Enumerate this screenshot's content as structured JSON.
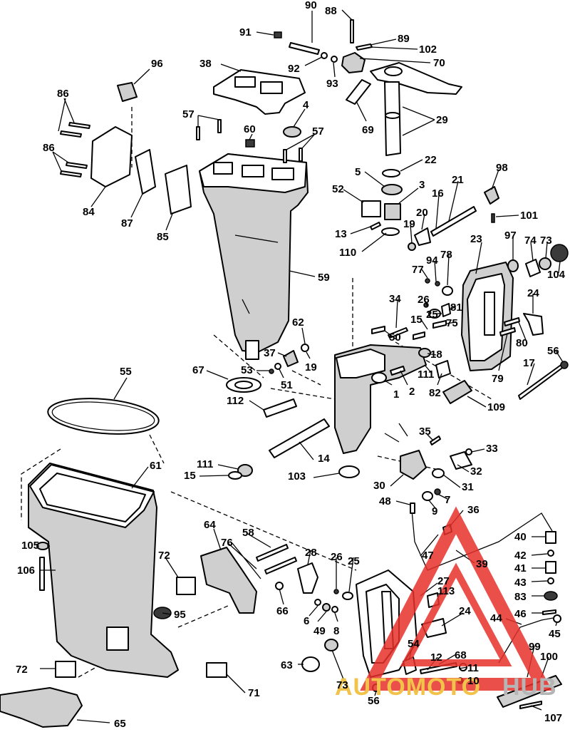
{
  "callouts": [
    {
      "id": "90",
      "label": "90"
    },
    {
      "id": "88",
      "label": "88"
    },
    {
      "id": "91",
      "label": "91"
    },
    {
      "id": "89",
      "label": "89"
    },
    {
      "id": "102",
      "label": "102"
    },
    {
      "id": "70",
      "label": "70"
    },
    {
      "id": "92",
      "label": "92"
    },
    {
      "id": "93",
      "label": "93"
    },
    {
      "id": "38",
      "label": "38"
    },
    {
      "id": "96",
      "label": "96"
    },
    {
      "id": "86a",
      "label": "86"
    },
    {
      "id": "4",
      "label": "4"
    },
    {
      "id": "29",
      "label": "29"
    },
    {
      "id": "69",
      "label": "69"
    },
    {
      "id": "57a",
      "label": "57"
    },
    {
      "id": "60",
      "label": "60"
    },
    {
      "id": "57b",
      "label": "57"
    },
    {
      "id": "86b",
      "label": "86"
    },
    {
      "id": "22",
      "label": "22"
    },
    {
      "id": "98",
      "label": "98"
    },
    {
      "id": "5",
      "label": "5"
    },
    {
      "id": "21",
      "label": "21"
    },
    {
      "id": "3",
      "label": "3"
    },
    {
      "id": "52",
      "label": "52"
    },
    {
      "id": "16",
      "label": "16"
    },
    {
      "id": "84",
      "label": "84"
    },
    {
      "id": "87",
      "label": "87"
    },
    {
      "id": "85",
      "label": "85"
    },
    {
      "id": "20",
      "label": "20"
    },
    {
      "id": "101",
      "label": "101"
    },
    {
      "id": "13",
      "label": "13"
    },
    {
      "id": "19a",
      "label": "19"
    },
    {
      "id": "23",
      "label": "23"
    },
    {
      "id": "97",
      "label": "97"
    },
    {
      "id": "74",
      "label": "74"
    },
    {
      "id": "73a",
      "label": "73"
    },
    {
      "id": "110",
      "label": "110"
    },
    {
      "id": "94",
      "label": "94"
    },
    {
      "id": "78",
      "label": "78"
    },
    {
      "id": "77",
      "label": "77"
    },
    {
      "id": "104",
      "label": "104"
    },
    {
      "id": "59",
      "label": "59"
    },
    {
      "id": "26a",
      "label": "26"
    },
    {
      "id": "34",
      "label": "34"
    },
    {
      "id": "81",
      "label": "81"
    },
    {
      "id": "25a",
      "label": "25"
    },
    {
      "id": "24a",
      "label": "24"
    },
    {
      "id": "15a",
      "label": "15"
    },
    {
      "id": "75",
      "label": "75"
    },
    {
      "id": "62",
      "label": "62"
    },
    {
      "id": "50",
      "label": "50"
    },
    {
      "id": "80",
      "label": "80"
    },
    {
      "id": "56a",
      "label": "56"
    },
    {
      "id": "37",
      "label": "37"
    },
    {
      "id": "19b",
      "label": "19"
    },
    {
      "id": "18",
      "label": "18"
    },
    {
      "id": "17",
      "label": "17"
    },
    {
      "id": "55",
      "label": "55"
    },
    {
      "id": "67",
      "label": "67"
    },
    {
      "id": "53",
      "label": "53"
    },
    {
      "id": "111a",
      "label": "111"
    },
    {
      "id": "1",
      "label": "1"
    },
    {
      "id": "51",
      "label": "51"
    },
    {
      "id": "2",
      "label": "2"
    },
    {
      "id": "79",
      "label": "79"
    },
    {
      "id": "82",
      "label": "82"
    },
    {
      "id": "112",
      "label": "112"
    },
    {
      "id": "109",
      "label": "109"
    },
    {
      "id": "35",
      "label": "35"
    },
    {
      "id": "33",
      "label": "33"
    },
    {
      "id": "14",
      "label": "14"
    },
    {
      "id": "111b",
      "label": "111"
    },
    {
      "id": "61",
      "label": "61"
    },
    {
      "id": "15b",
      "label": "15"
    },
    {
      "id": "32",
      "label": "32"
    },
    {
      "id": "103",
      "label": "103"
    },
    {
      "id": "30",
      "label": "30"
    },
    {
      "id": "31",
      "label": "31"
    },
    {
      "id": "7",
      "label": "7"
    },
    {
      "id": "48",
      "label": "48"
    },
    {
      "id": "9",
      "label": "9"
    },
    {
      "id": "36",
      "label": "36"
    },
    {
      "id": "64",
      "label": "64"
    },
    {
      "id": "58",
      "label": "58"
    },
    {
      "id": "40",
      "label": "40"
    },
    {
      "id": "105",
      "label": "105"
    },
    {
      "id": "76",
      "label": "76"
    },
    {
      "id": "47",
      "label": "47"
    },
    {
      "id": "72a",
      "label": "72"
    },
    {
      "id": "28",
      "label": "28"
    },
    {
      "id": "26b",
      "label": "26"
    },
    {
      "id": "25b",
      "label": "25"
    },
    {
      "id": "42",
      "label": "42"
    },
    {
      "id": "39",
      "label": "39"
    },
    {
      "id": "106",
      "label": "106"
    },
    {
      "id": "41",
      "label": "41"
    },
    {
      "id": "27",
      "label": "27"
    },
    {
      "id": "43",
      "label": "43"
    },
    {
      "id": "113",
      "label": "113"
    },
    {
      "id": "66",
      "label": "66"
    },
    {
      "id": "83",
      "label": "83"
    },
    {
      "id": "95",
      "label": "95"
    },
    {
      "id": "6",
      "label": "6"
    },
    {
      "id": "24b",
      "label": "24"
    },
    {
      "id": "46",
      "label": "46"
    },
    {
      "id": "49",
      "label": "49"
    },
    {
      "id": "8",
      "label": "8"
    },
    {
      "id": "44",
      "label": "44"
    },
    {
      "id": "45",
      "label": "45"
    },
    {
      "id": "54",
      "label": "54"
    },
    {
      "id": "99",
      "label": "99"
    },
    {
      "id": "100",
      "label": "100"
    },
    {
      "id": "68",
      "label": "68"
    },
    {
      "id": "12",
      "label": "12"
    },
    {
      "id": "72b",
      "label": "72"
    },
    {
      "id": "63",
      "label": "63"
    },
    {
      "id": "11",
      "label": "11"
    },
    {
      "id": "10",
      "label": "10"
    },
    {
      "id": "73b",
      "label": "73"
    },
    {
      "id": "71",
      "label": "71"
    },
    {
      "id": "56b",
      "label": "56"
    },
    {
      "id": "65",
      "label": "65"
    },
    {
      "id": "107",
      "label": "107"
    }
  ],
  "watermark": {
    "text_auto": "AUTOMOTO",
    "text_hub": "HUB",
    "accent_color": "#e8302a",
    "hub_color": "#b5b5b5",
    "auto_color": "#f2c34a"
  }
}
